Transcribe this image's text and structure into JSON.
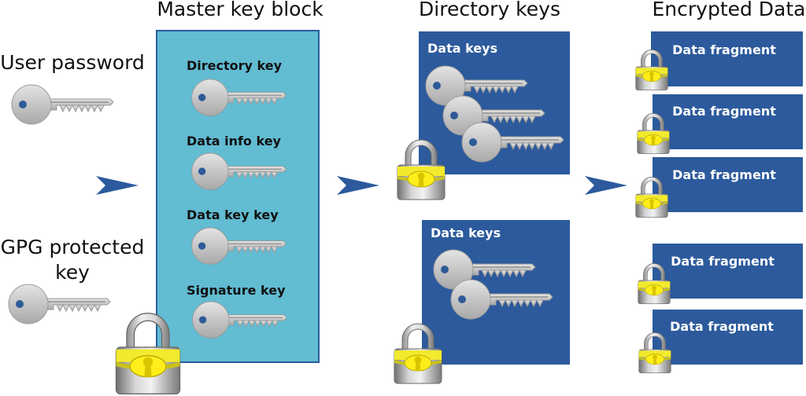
{
  "headers": {
    "master": "Master key block",
    "directory": "Directory keys",
    "encrypted": "Encrypted Data"
  },
  "inputs": {
    "user_password": "User password",
    "gpg_line1": "GPG protected",
    "gpg_line2": "key"
  },
  "master_block": {
    "keys": [
      "Directory key",
      "Data info key",
      "Data key key",
      "Signature key"
    ]
  },
  "directory_blocks": [
    {
      "label": "Data keys",
      "key_count": 3
    },
    {
      "label": "Data keys",
      "key_count": 2
    }
  ],
  "fragments": [
    "Data fragment",
    "Data fragment",
    "Data fragment",
    "Data fragment",
    "Data fragment"
  ],
  "colors": {
    "master_fill": "#62bcd2",
    "master_stroke": "#2a5d9e",
    "dir_fill": "#2c5a9c",
    "arrow": "#2c5a9c",
    "key_fill": "#c9c9c9",
    "lock_body": "#f0ea2a"
  },
  "icons": [
    "key-icon",
    "padlock-icon",
    "arrow-right-icon"
  ]
}
